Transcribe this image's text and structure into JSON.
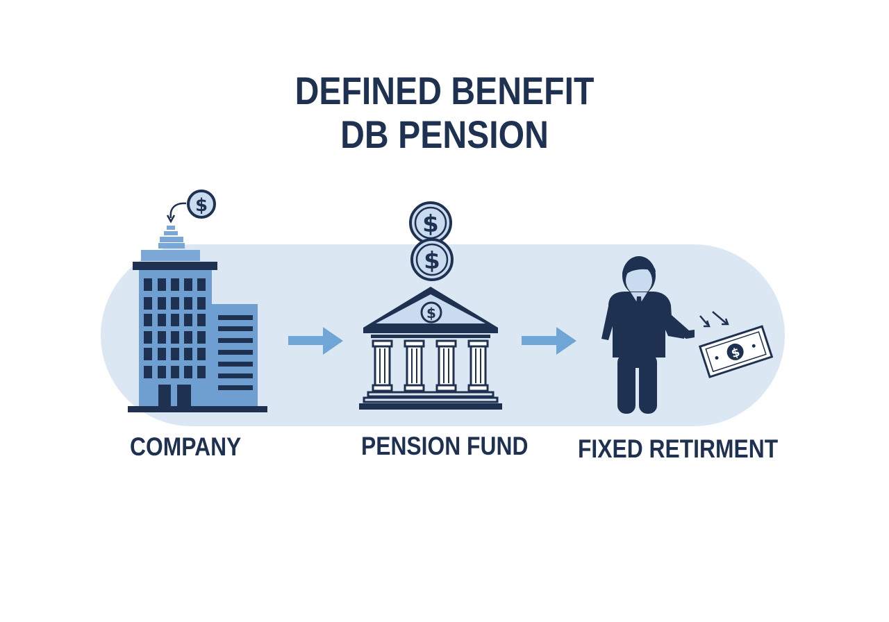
{
  "title": {
    "line1": "DEFINED BENEFIT",
    "line2": "DB PENSION"
  },
  "stages": [
    {
      "label": "COMPANY",
      "icon": "office-building-icon"
    },
    {
      "label": "PENSION FUND",
      "icon": "bank-building-icon"
    },
    {
      "label": "FIXED RETIRMENT",
      "icon": "retiree-person-icon"
    }
  ],
  "symbols": {
    "currency": "$"
  },
  "colors": {
    "navy": "#1f3150",
    "building_blue": "#6f9ed0",
    "arrow_blue": "#6fa6d6",
    "band": "#dbe8f4",
    "coin_fill": "#c9dbef"
  }
}
